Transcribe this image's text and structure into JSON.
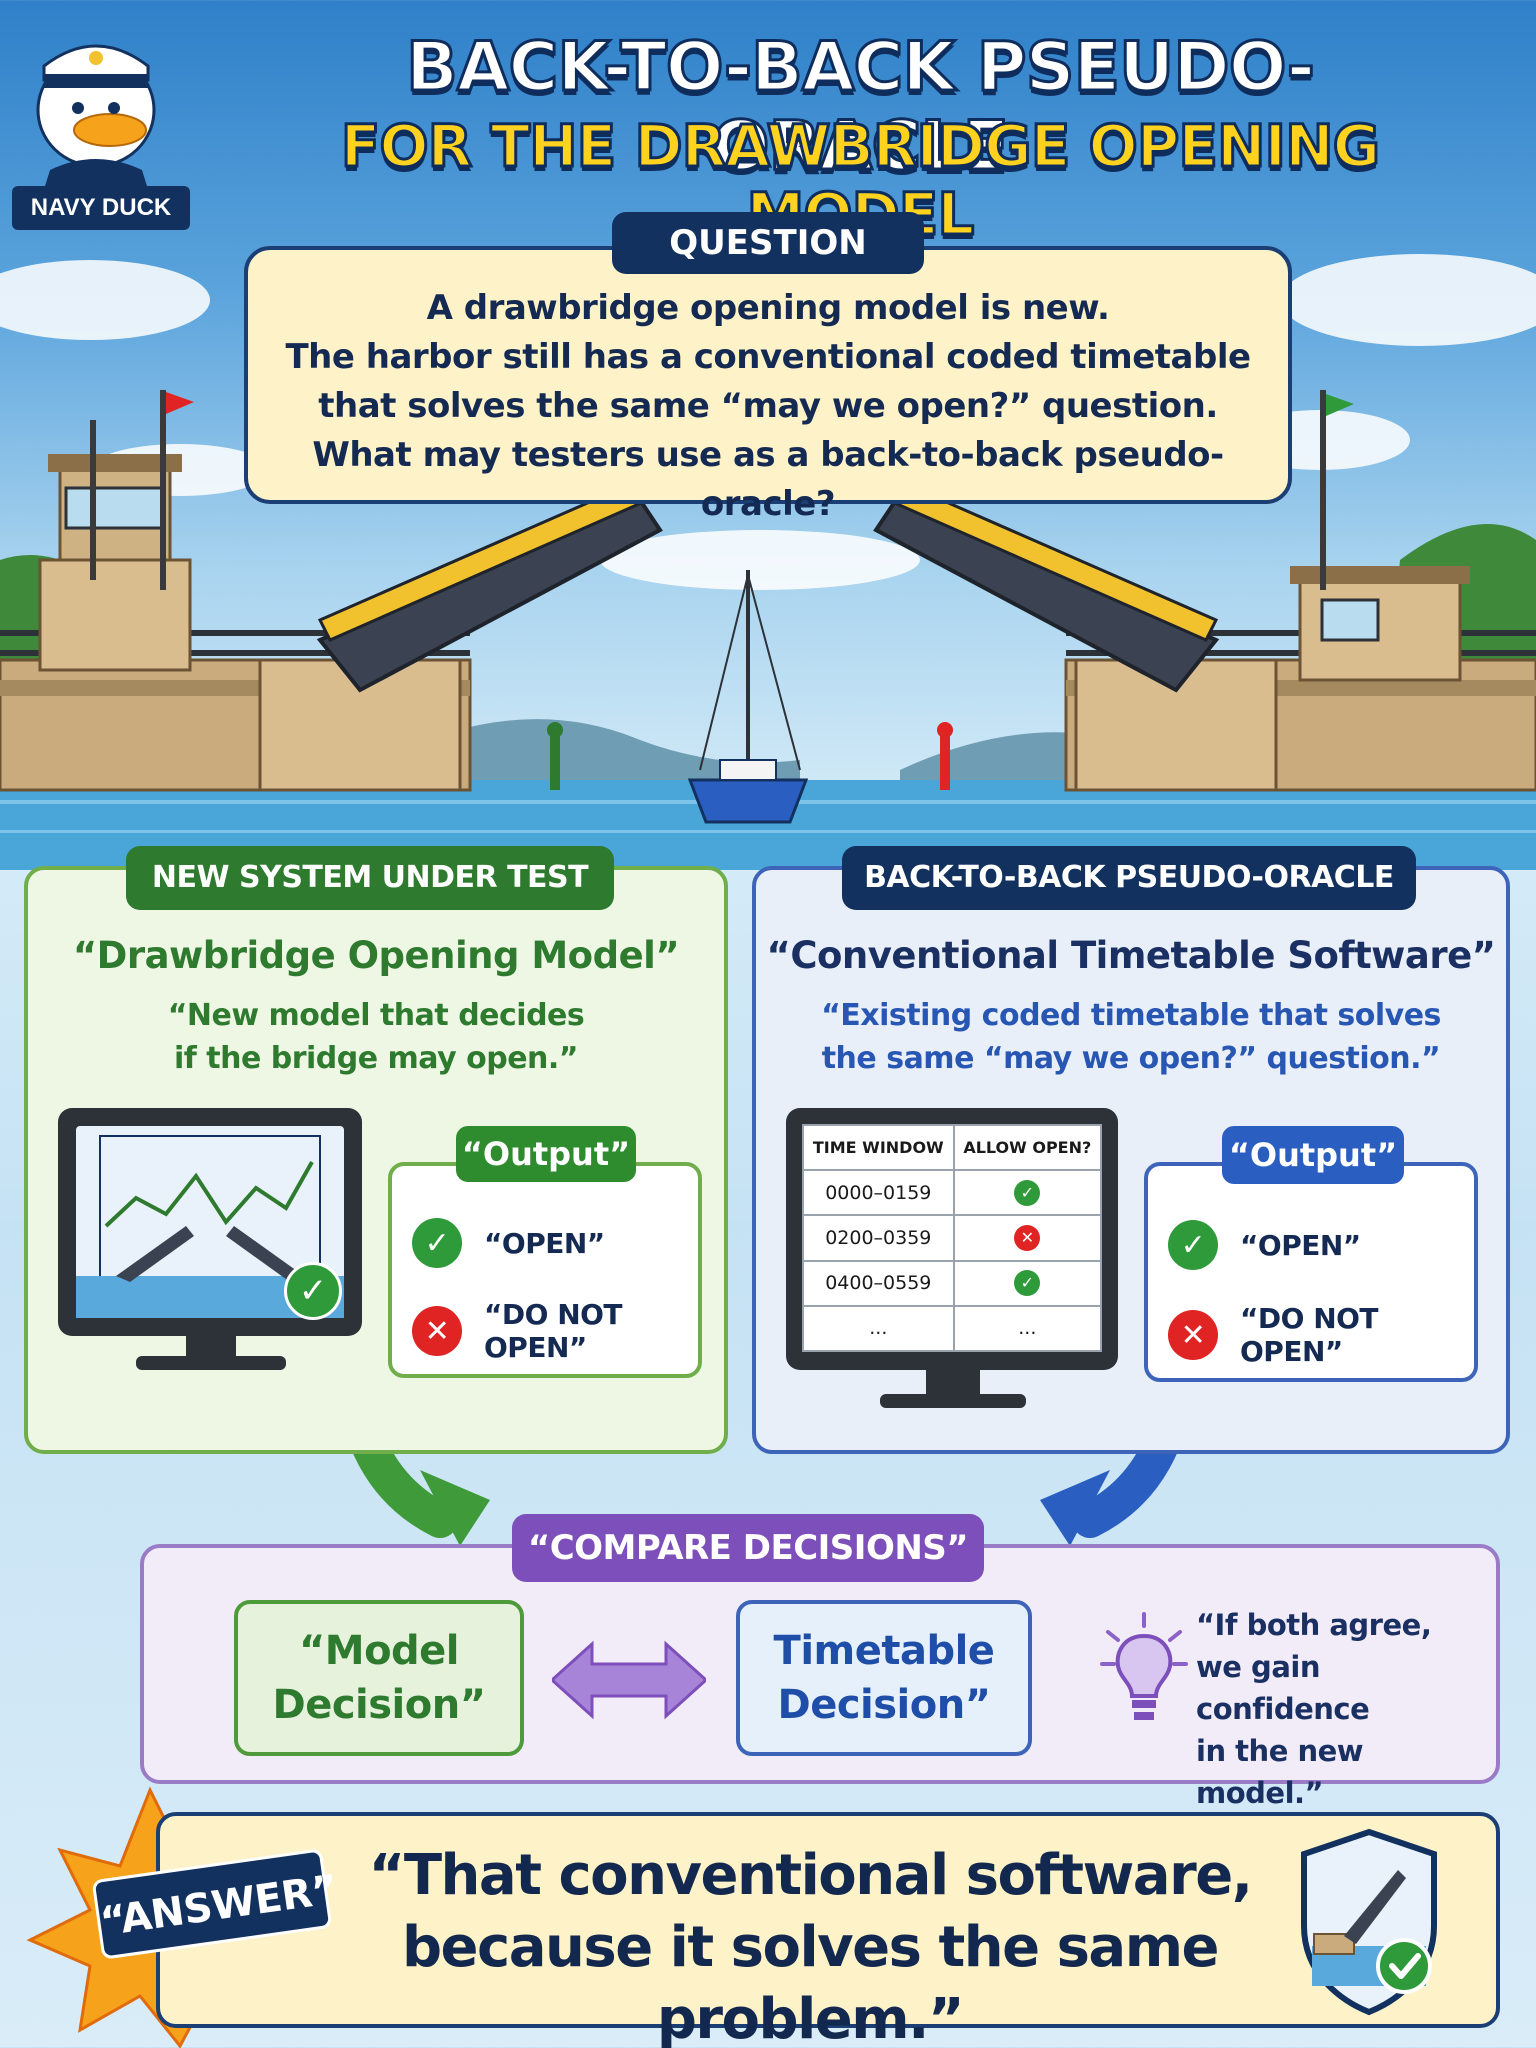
{
  "header": {
    "title_line1": "BACK-TO-BACK PSEUDO-ORACLE",
    "title_line2": "FOR THE DRAWBRIDGE OPENING MODEL",
    "mascot_label": "NAVY DUCK"
  },
  "question": {
    "label": "QUESTION",
    "lines": [
      "A drawbridge opening model is new.",
      "The harbor still has a conventional coded timetable",
      "that solves the same “may we open?” question.",
      "What may testers use as a back-to-back pseudo-oracle?"
    ]
  },
  "left_panel": {
    "label": "NEW SYSTEM UNDER TEST",
    "system_name": "“Drawbridge Opening Model”",
    "desc_line1": "“New model that decides",
    "desc_line2": "if the bridge may open.”",
    "output_label": "“Output”",
    "output_open": "“OPEN”",
    "output_closed": "“DO NOT OPEN”"
  },
  "right_panel": {
    "label": "BACK-TO-BACK PSEUDO-ORACLE",
    "system_name": "“Conventional Timetable Software”",
    "desc_line1": "“Existing coded timetable that solves",
    "desc_line2": "the same “may we open?” question.”",
    "output_label": "“Output”",
    "output_open": "“OPEN”",
    "output_closed": "“DO NOT OPEN”",
    "timetable": {
      "col_time": "TIME WINDOW",
      "col_allow": "ALLOW OPEN?",
      "rows": [
        {
          "time": "0000–0159",
          "allow": "yes"
        },
        {
          "time": "0200–0359",
          "allow": "no"
        },
        {
          "time": "0400–0559",
          "allow": "yes"
        },
        {
          "time": "...",
          "allow": "..."
        }
      ]
    }
  },
  "compare": {
    "label": "“COMPARE DECISIONS”",
    "model_line1": "“Model",
    "model_line2": "Decision”",
    "timetable_line1": "Timetable",
    "timetable_line2": "Decision”",
    "insight_lines": [
      "“If both agree,",
      "we gain confidence",
      "in the new model.”"
    ]
  },
  "answer": {
    "label": "“ANSWER”",
    "line1": "“That conventional software,",
    "line2": "because it solves the same problem.”"
  },
  "colors": {
    "navy": "#13315f",
    "green": "#2e7a2e",
    "blue": "#2a5fc1",
    "purple": "#7d4fba",
    "yellow": "#ffd21f",
    "cream": "#fdf2c8"
  }
}
